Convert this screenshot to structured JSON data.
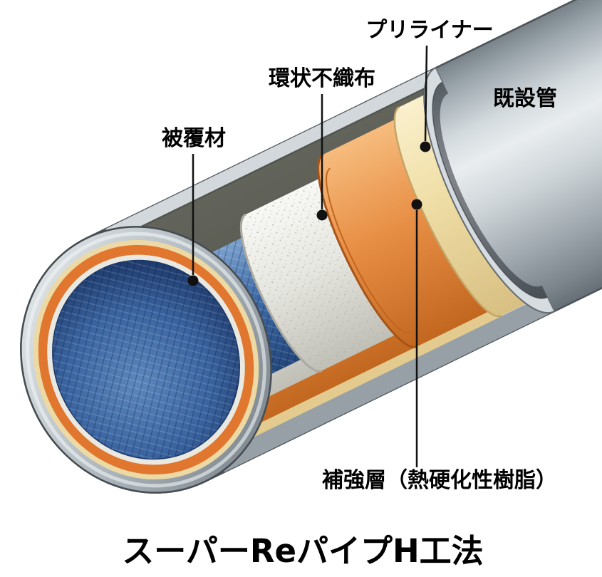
{
  "diagram": {
    "title": "スーパーReパイプH工法",
    "labels": {
      "preliner": "プリライナー",
      "nonwoven": "環状不織布",
      "existing_pipe": "既設管",
      "covering": "被覆材",
      "reinforcement": "補強層（熱硬化性樹脂）"
    },
    "layers": [
      {
        "name": "既設管 (existing pipe)",
        "color": "#b7c0c6"
      },
      {
        "name": "プリライナー (pre-liner)",
        "color": "#f0dfa8"
      },
      {
        "name": "補強層 熱硬化性樹脂 (reinforcement layer, thermosetting resin)",
        "color": "#e88f46"
      },
      {
        "name": "環状不織布 (annular non-woven fabric)",
        "color": "#e7e7e1"
      },
      {
        "name": "被覆材 (covering material)",
        "color": "#3f6ca8"
      }
    ],
    "colors": {
      "background": "#ffffff",
      "label_text": "#000000",
      "leader_line": "#111111",
      "pipe_gray": "#b7c0c6",
      "preliner_cream": "#f0dfa8",
      "reinforcement_orange": "#e88f46",
      "nonwoven_white": "#e7e7e1",
      "covering_blue": "#3f6ca8"
    }
  }
}
